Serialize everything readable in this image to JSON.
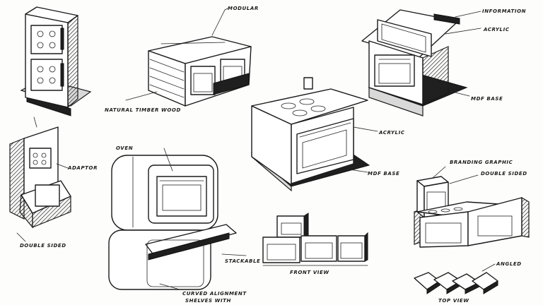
{
  "labels": {
    "modular": "MODULAR",
    "natural_timber_wood": "NATURAL TIMBER WOOD",
    "information": "INFORMATION",
    "acrylic_top": "ACRYLIC",
    "mdf_base_top": "MDF BASE",
    "acrylic_mid": "ACRYLIC",
    "mdf_base_mid": "MDF BASE",
    "adaptor": "ADAPTOR",
    "double_sided_left": "DOUBLE SIDED",
    "oven": "OVEN",
    "stackable": "STACKABLE",
    "front_view": "FRONT VIEW",
    "branding_graphic": "BRANDING GRAPHIC",
    "double_sided_right": "DOUBLE SIDED",
    "angled": "ANGLED",
    "top_view": "TOP VIEW",
    "curved_drawer_line1": "CURVED ALIGNMENT",
    "curved_drawer_line2": "SHELVES WITH"
  }
}
